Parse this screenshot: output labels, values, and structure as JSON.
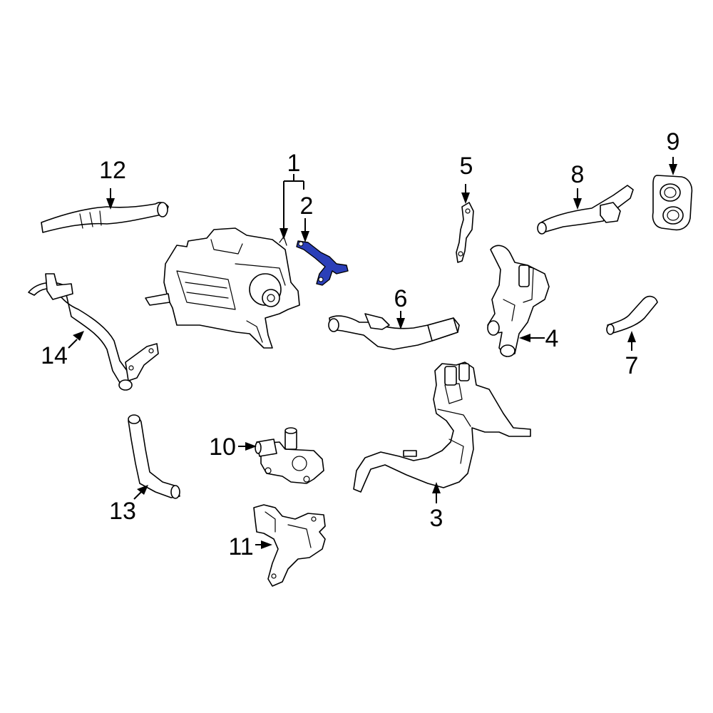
{
  "diagram": {
    "highlight_color": "#2b3fb8",
    "callouts": [
      "1",
      "2",
      "3",
      "4",
      "5",
      "6",
      "7",
      "8",
      "9",
      "10",
      "11",
      "12",
      "13",
      "14"
    ],
    "highlighted_part": "2"
  }
}
